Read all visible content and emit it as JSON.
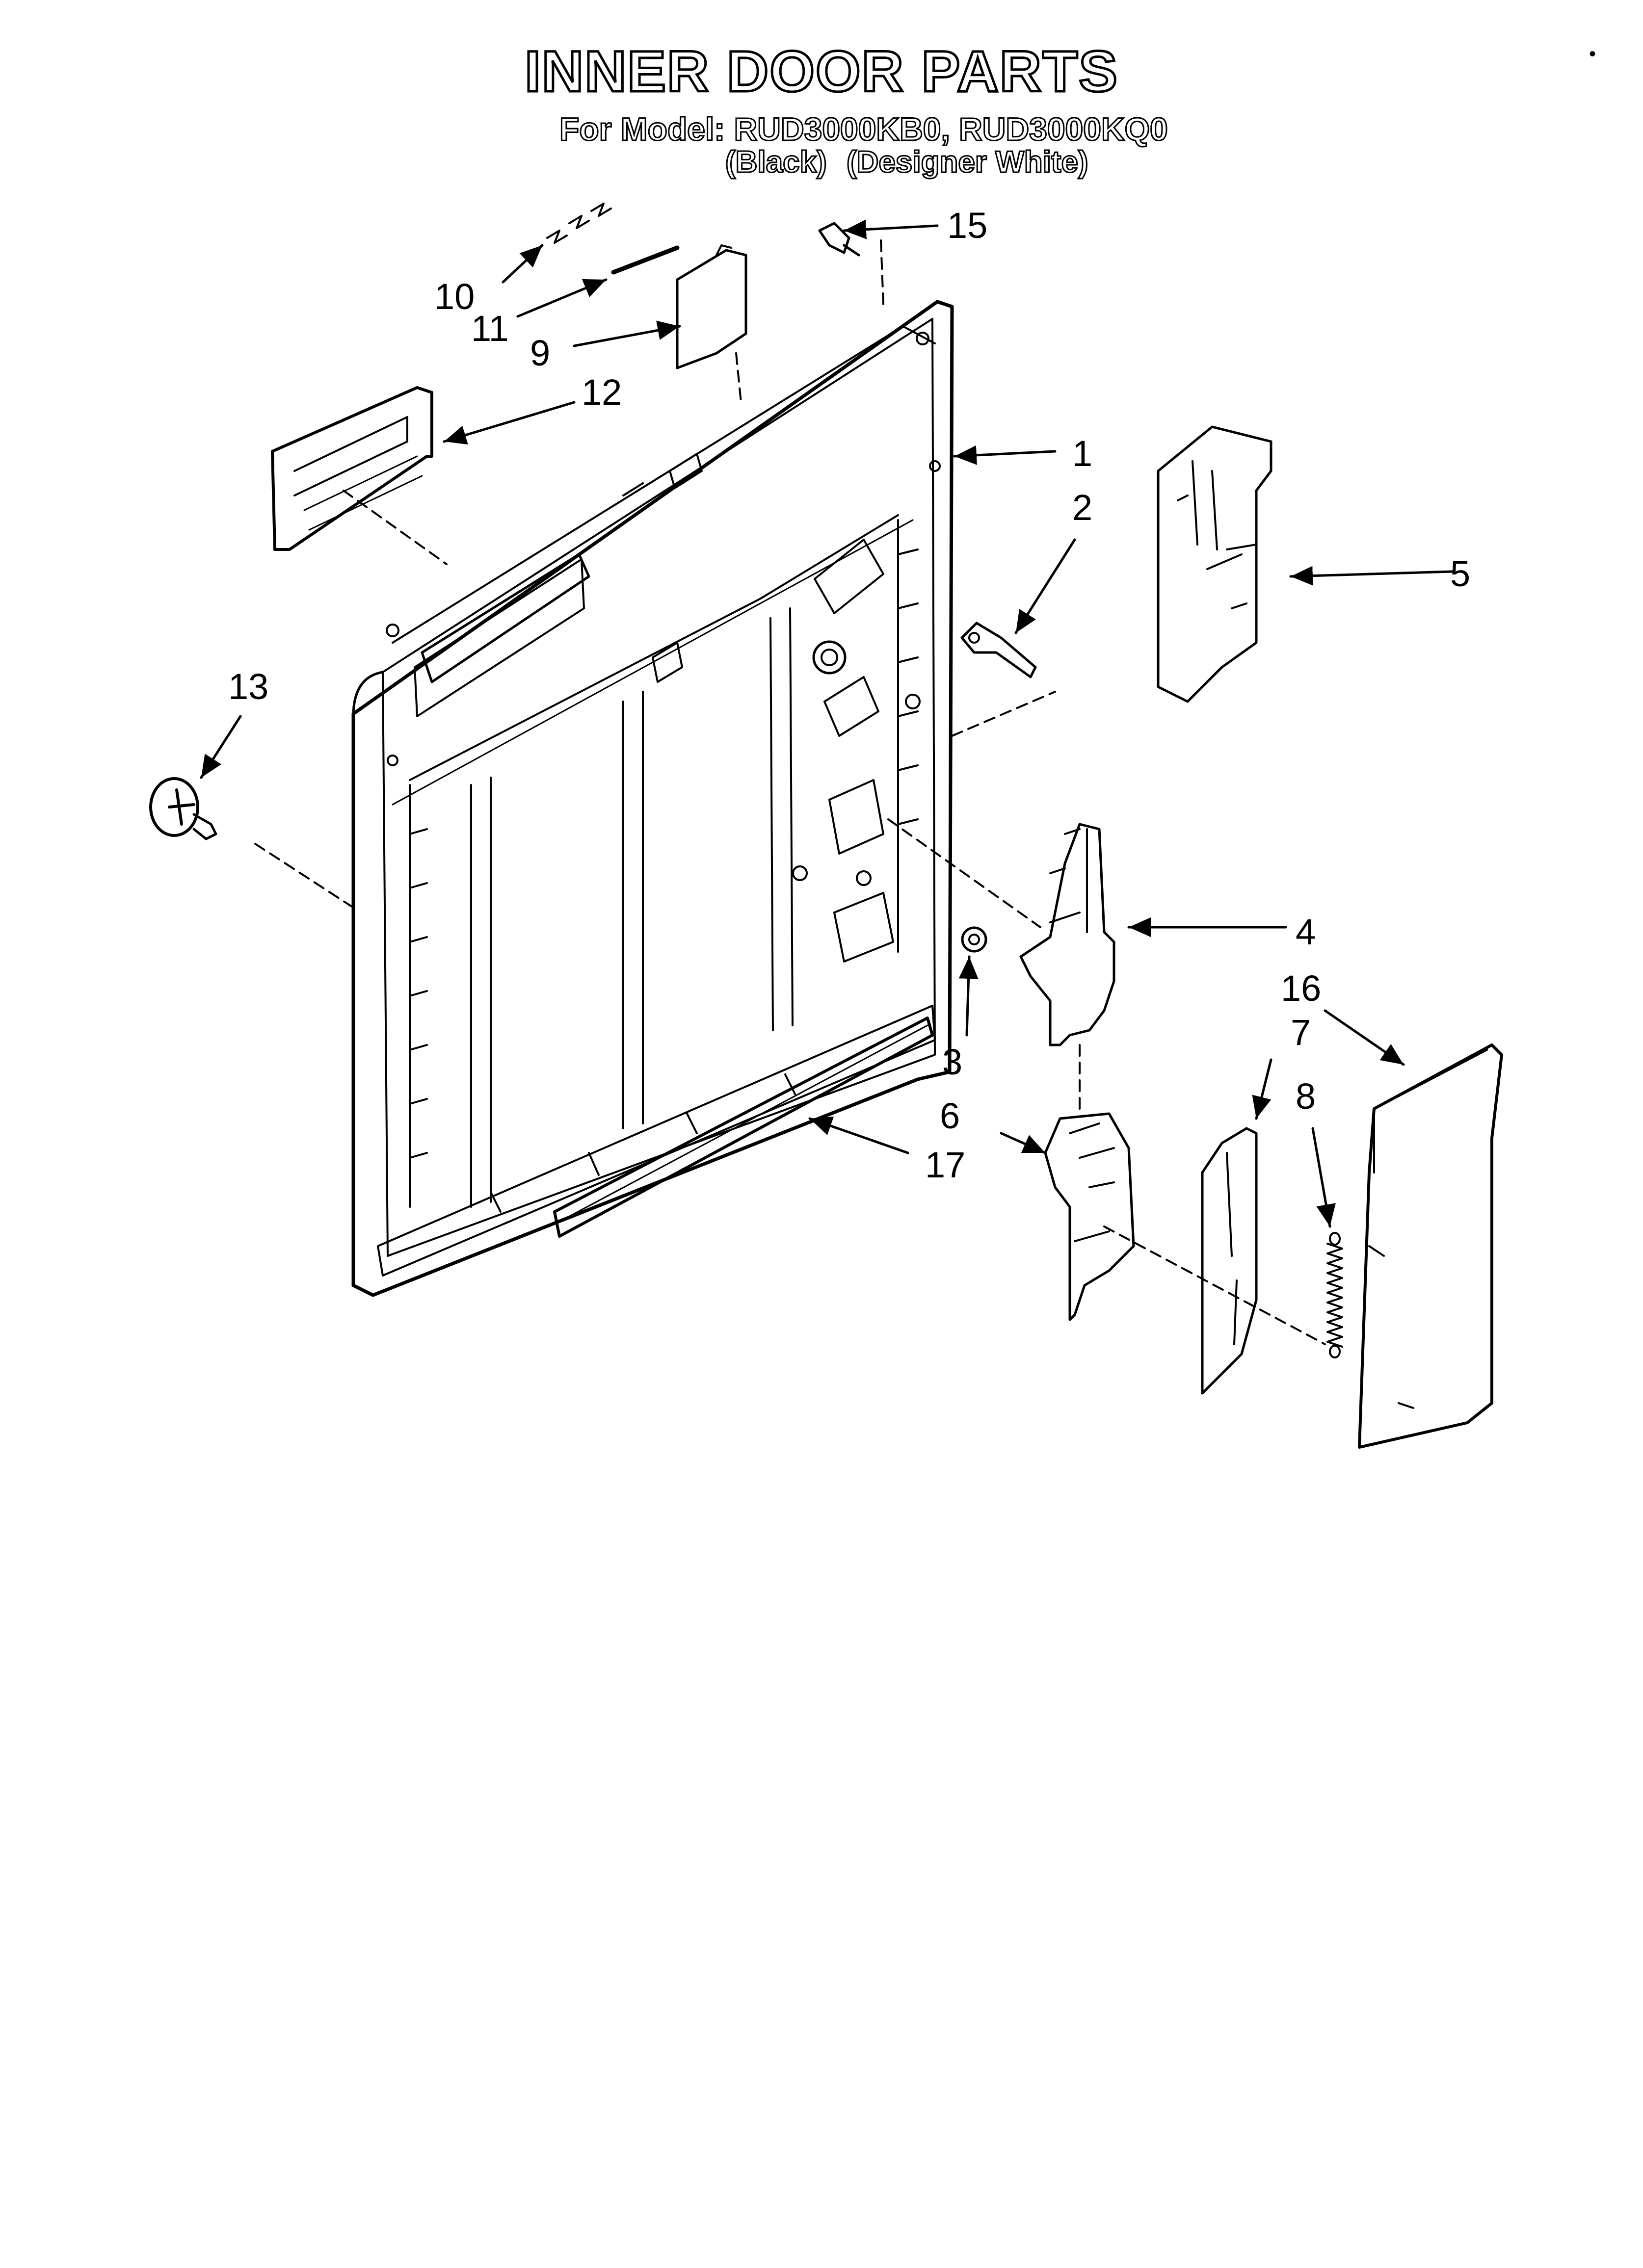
{
  "header": {
    "title": "INNER DOOR PARTS",
    "model_line": "For Model: RUD3000KB0, RUD3000KQ0",
    "variant_black": "(Black)",
    "variant_white": "(Designer White)",
    "corner_mark": "•"
  },
  "callouts": [
    {
      "id": "1",
      "label": "1"
    },
    {
      "id": "2",
      "label": "2"
    },
    {
      "id": "3",
      "label": "3"
    },
    {
      "id": "4",
      "label": "4"
    },
    {
      "id": "5",
      "label": "5"
    },
    {
      "id": "6",
      "label": "6"
    },
    {
      "id": "7",
      "label": "7"
    },
    {
      "id": "8",
      "label": "8"
    },
    {
      "id": "9",
      "label": "9"
    },
    {
      "id": "10",
      "label": "10"
    },
    {
      "id": "11",
      "label": "11"
    },
    {
      "id": "12",
      "label": "12"
    },
    {
      "id": "13",
      "label": "13"
    },
    {
      "id": "15",
      "label": "15"
    },
    {
      "id": "16",
      "label": "16"
    },
    {
      "id": "17",
      "label": "17"
    }
  ],
  "colors": {
    "line": "#000000",
    "background": "#ffffff"
  }
}
